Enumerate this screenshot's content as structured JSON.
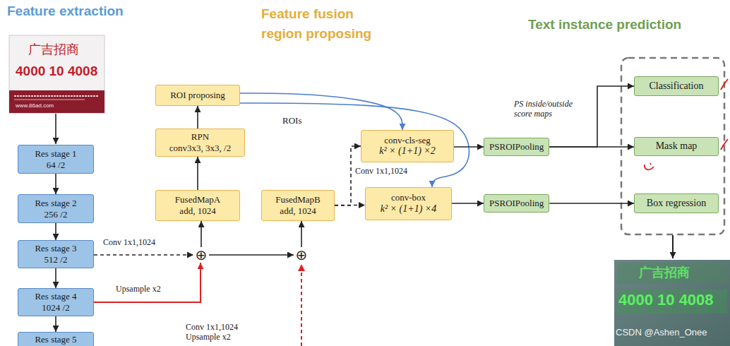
{
  "diagram": {
    "nodes": [
      {
        "text": [
          "Res stage 1",
          "64 /2"
        ]
      },
      {
        "text": [
          "Res stage 2",
          "256 /2"
        ]
      },
      {
        "text": [
          "Res stage 3",
          "512 /2"
        ]
      },
      {
        "text": [
          "Res stage 4",
          "1024 /2"
        ]
      },
      {
        "text": [
          "Res stage 5"
        ]
      },
      {
        "text": [
          "ROI proposing"
        ]
      },
      {
        "text": [
          "RPN",
          "conv3x3, 3x3, /2"
        ]
      },
      {
        "text": [
          "FusedMapA",
          "add, 1024"
        ]
      },
      {
        "text": [
          "⊕"
        ]
      },
      {
        "text": [
          "FusedMapB",
          "add, 1024"
        ]
      },
      {
        "text": [
          "⊕"
        ]
      },
      {
        "text": [
          "conv-cls-seg",
          "k² × (1+1) ×2"
        ]
      },
      {
        "text": [
          "conv-box",
          "k² × (1+1) ×4"
        ]
      },
      {
        "text": [
          "PSROIPooling"
        ]
      },
      {
        "text": [
          "PSROIPooling"
        ]
      },
      {
        "text": [
          "Classification"
        ]
      },
      {
        "text": [
          "Mask map"
        ]
      },
      {
        "text": [
          "Box regression"
        ]
      }
    ],
    "edges": [
      {
        "from": 0,
        "to": 1,
        "arrow": "to"
      },
      {
        "from": 1,
        "to": 2,
        "arrow": "to"
      },
      {
        "from": 2,
        "to": 3,
        "arrow": "to"
      },
      {
        "from": 3,
        "to": 4,
        "arrow": "to"
      },
      {
        "from": 2,
        "to": 8,
        "label": "Conv 1x1,1024",
        "arrow": "to"
      },
      {
        "from": 3,
        "to": 8,
        "label": "Upsample x2",
        "arrow": "to"
      },
      {
        "from": 8,
        "to": 7,
        "arrow": "to"
      },
      {
        "from": 7,
        "to": 6,
        "arrow": "to"
      },
      {
        "from": 6,
        "to": 5,
        "arrow": "to"
      },
      {
        "from": 8,
        "to": 10,
        "arrow": "to"
      },
      {
        "from": 10,
        "to": 9,
        "arrow": "to"
      },
      {
        "from": 5,
        "to": 11,
        "arrow": "to"
      },
      {
        "from": 5,
        "to": 12,
        "arrow": "to"
      },
      {
        "from": 9,
        "to": 11,
        "arrow": "to"
      },
      {
        "from": 9,
        "to": 12,
        "arrow": "to"
      },
      {
        "from": 11,
        "to": 13,
        "arrow": "to"
      },
      {
        "from": 12,
        "to": 14,
        "arrow": "to"
      },
      {
        "from": 13,
        "to": 15,
        "arrow": "to"
      },
      {
        "from": 13,
        "to": 16,
        "arrow": "to"
      },
      {
        "from": 14,
        "to": 17,
        "arrow": "to"
      }
    ],
    "labels": [
      "Feature extraction",
      "Feature fusion region proposing",
      "Text instance prediction",
      "广吉招商",
      "4000 10 4008",
      "www.86ad.com",
      "ROIs",
      "Conv 1x1,1024",
      "PS inside/outside score maps",
      "Conv 1x1,1024 Upsample x2",
      "广吉招商",
      "4000 10 4008",
      "CSDN @Ashen_Onee"
    ]
  }
}
